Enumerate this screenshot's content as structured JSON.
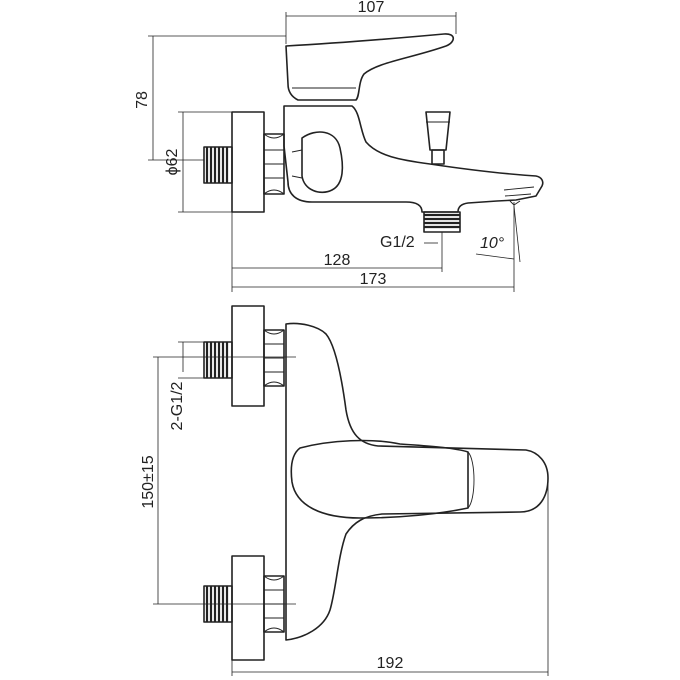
{
  "drawing": {
    "subject": "bath-shower mixer technical drawing",
    "views": [
      "side-view",
      "front-view"
    ],
    "dimensions": {
      "handle_length": "107",
      "height": "78",
      "flange_diameter": "ϕ62",
      "outlet_thread": "G1/2",
      "spout_angle": "10°",
      "outlet_offset": "128",
      "spout_projection": "173",
      "inlet_threads": "2-G1/2",
      "center_distance": "150±15",
      "total_width": "192"
    }
  }
}
